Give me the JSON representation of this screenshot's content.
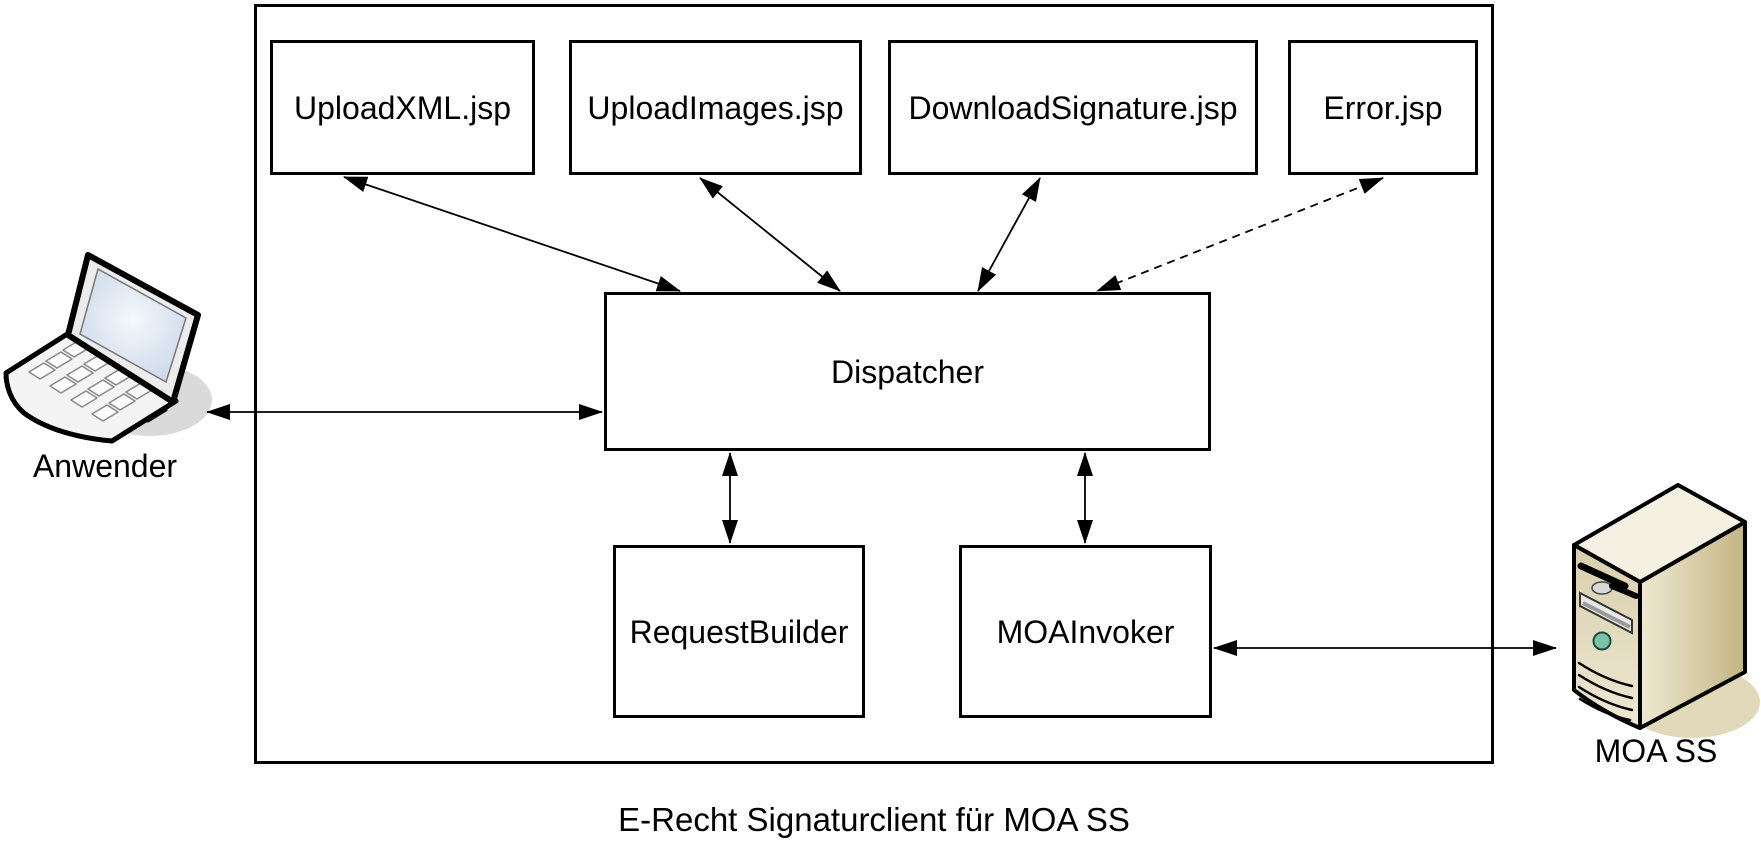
{
  "diagram": {
    "caption": "E-Recht Signaturclient für MOA SS",
    "nodes": {
      "upload_xml": {
        "label": "UploadXML.jsp"
      },
      "upload_images": {
        "label": "UploadImages.jsp"
      },
      "download_signature": {
        "label": "DownloadSignature.jsp"
      },
      "error": {
        "label": "Error.jsp"
      },
      "dispatcher": {
        "label": "Dispatcher"
      },
      "request_builder": {
        "label": "RequestBuilder"
      },
      "moa_invoker": {
        "label": "MOAInvoker"
      }
    },
    "actors": {
      "anwender": {
        "label": "Anwender",
        "icon": "laptop-icon"
      },
      "moa_ss": {
        "label": "MOA SS",
        "icon": "server-icon"
      }
    },
    "edges": [
      {
        "from": "upload_xml",
        "to": "dispatcher",
        "style": "solid",
        "arrows": "both"
      },
      {
        "from": "upload_images",
        "to": "dispatcher",
        "style": "solid",
        "arrows": "both"
      },
      {
        "from": "download_signature",
        "to": "dispatcher",
        "style": "solid",
        "arrows": "both"
      },
      {
        "from": "error",
        "to": "dispatcher",
        "style": "dashed",
        "arrows": "both"
      },
      {
        "from": "anwender",
        "to": "dispatcher",
        "style": "solid",
        "arrows": "both"
      },
      {
        "from": "dispatcher",
        "to": "request_builder",
        "style": "solid",
        "arrows": "both"
      },
      {
        "from": "dispatcher",
        "to": "moa_invoker",
        "style": "solid",
        "arrows": "both"
      },
      {
        "from": "moa_invoker",
        "to": "moa_ss",
        "style": "solid",
        "arrows": "both"
      }
    ],
    "colors": {
      "line": "#000000",
      "box_background": "#ffffff",
      "server_body": "#e8e0c2",
      "server_shadow": "#d9cfa8",
      "server_button": "#7cc0a8",
      "laptop_screen": "#c4d2e6",
      "laptop_shadow": "#dadada"
    }
  }
}
